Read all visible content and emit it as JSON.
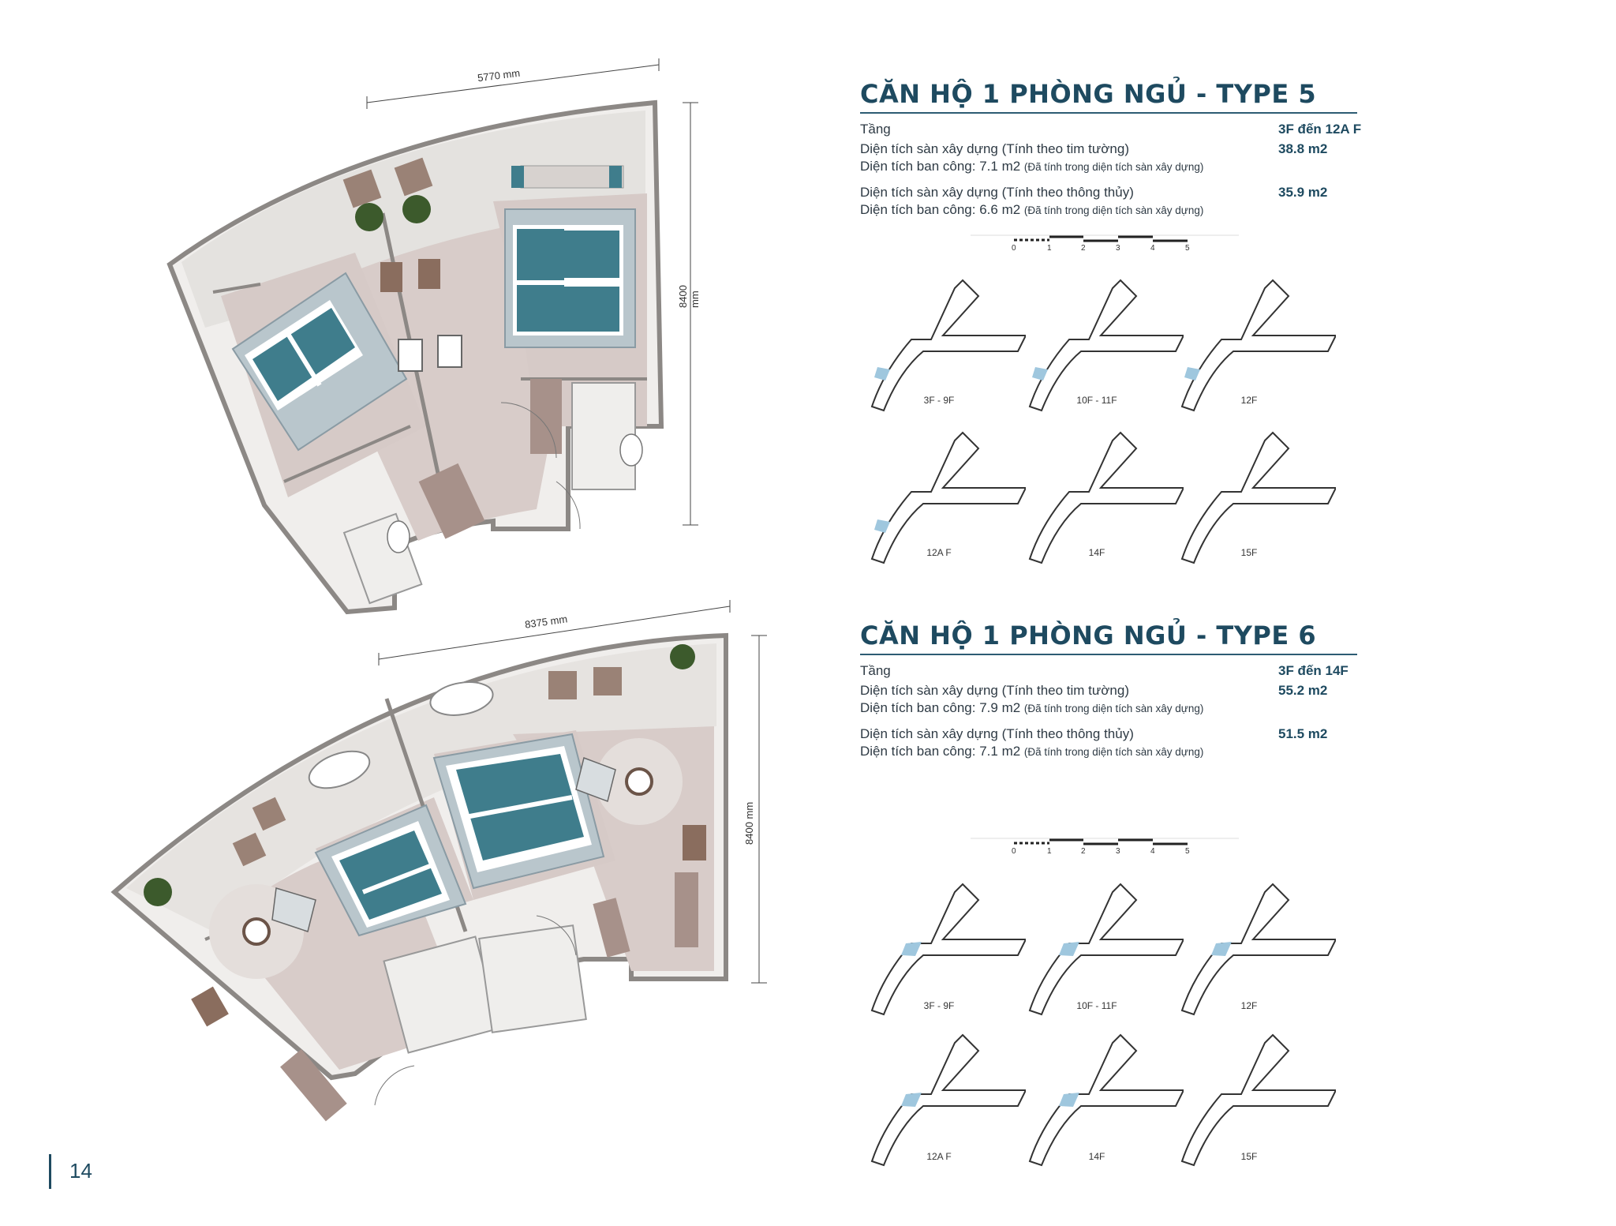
{
  "page_number": "14",
  "types": [
    {
      "title": "CĂN HỘ 1 PHÒNG NGỦ - TYPE 5",
      "floor_label": "Tầng",
      "floor_value": "3F đến 12A F",
      "gross_label": "Diện tích sàn xây dựng (Tính theo tim tường)",
      "gross_value": "38.8 m2",
      "gross_balcony": "Diện tích ban công: 7.1 m2",
      "gross_balcony_note": "(Đã tính trong diện tích sàn xây dựng)",
      "net_label": "Diện tích sàn xây dựng (Tính theo thông thủy)",
      "net_value": "35.9 m2",
      "net_balcony": "Diện tích ban công: 6.6 m2",
      "net_balcony_note": "(Đã tính trong diện tích sàn xây dựng)",
      "width_dim": "5770 mm",
      "height_dim": "8400 mm",
      "floor_plans": [
        "3F - 9F",
        "10F - 11F",
        "12F",
        "12A F",
        "14F",
        "15F"
      ]
    },
    {
      "title": "CĂN HỘ 1 PHÒNG NGỦ - TYPE 6",
      "floor_label": "Tầng",
      "floor_value": "3F đến 14F",
      "gross_label": "Diện tích sàn xây dựng (Tính theo tim tường)",
      "gross_value": "55.2 m2",
      "gross_balcony": "Diện tích ban công: 7.9 m2",
      "gross_balcony_note": "(Đã tính trong diện tích sàn xây dựng)",
      "net_label": "Diện tích sàn xây dựng (Tính theo thông thủy)",
      "net_value": "51.5 m2",
      "net_balcony": "Diện tích ban công: 7.1 m2",
      "net_balcony_note": "(Đã tính trong diện tích sàn xây dựng)",
      "width_dim": "8375 mm",
      "height_dim": "8400 mm",
      "floor_plans": [
        "3F - 9F",
        "10F - 11F",
        "12F",
        "12A F",
        "14F",
        "15F"
      ]
    }
  ],
  "scale_ticks": [
    "0",
    "1",
    "2",
    "3",
    "4",
    "5"
  ],
  "colors": {
    "heading": "#1e4a60",
    "rule": "#2d5c73",
    "floor": "#d8ccc9",
    "bed": "#3f7d8c",
    "mini_highlight": "#9fc7de"
  }
}
